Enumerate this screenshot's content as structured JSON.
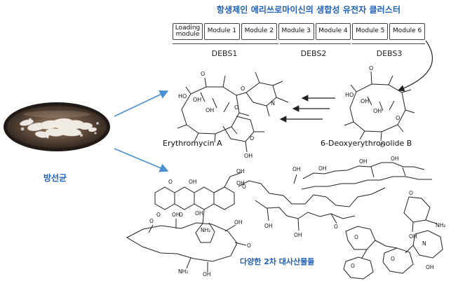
{
  "title": "항생제인 에리쓰로마이신의 생합성 유전자 클러스터",
  "modules": [
    {
      "label": "Loading\nmodule"
    },
    {
      "label": "Module 1"
    },
    {
      "label": "Module 2"
    },
    {
      "label": "Module 3"
    },
    {
      "label": "Module 4"
    },
    {
      "label": "Module 5"
    },
    {
      "label": "Module 6"
    }
  ],
  "groups": [
    {
      "label": "DEBS1"
    },
    {
      "label": "DEBS2"
    },
    {
      "label": "DEBS3"
    }
  ],
  "compounds": {
    "erythromycin": "Erythromycin A",
    "deoxyerythronolide": "6-Deoxyerythronolide B"
  },
  "microbe_label": "방선균",
  "metabolites_label": "다양한 2차 대사산물들",
  "colors": {
    "title": "#1f5fb5",
    "arrow_blue": "#4d8fd1",
    "arrow_black": "#222222"
  }
}
